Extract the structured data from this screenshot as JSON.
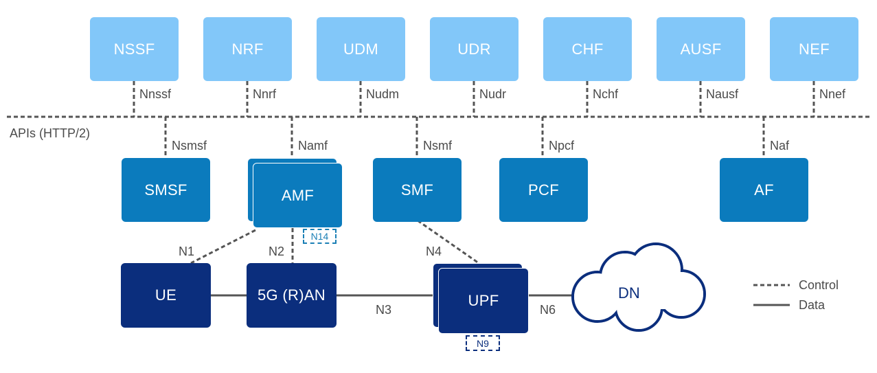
{
  "top_nfs": [
    "NSSF",
    "NRF",
    "UDM",
    "UDR",
    "CHF",
    "AUSF",
    "NEF"
  ],
  "top_interfaces": [
    "Nnssf",
    "Nnrf",
    "Nudm",
    "Nudr",
    "Nchf",
    "Nausf",
    "Nnef"
  ],
  "bus_label": "APIs (HTTP/2)",
  "mid_nfs": [
    "SMSF",
    "AMF",
    "SMF",
    "PCF",
    "AF"
  ],
  "mid_interfaces": [
    "Nsmsf",
    "Namf",
    "Nsmf",
    "Npcf",
    "Naf"
  ],
  "bottom_nfs": [
    "UE",
    "5G (R)AN",
    "UPF"
  ],
  "dn_label": "DN",
  "ref_points": {
    "n1": "N1",
    "n2": "N2",
    "n3": "N3",
    "n4": "N4",
    "n6": "N6",
    "n9": "N9",
    "n14": "N14"
  },
  "legend": {
    "control": "Control",
    "data": "Data"
  },
  "colors": {
    "light": "#82c7f9",
    "mid": "#0b7bbd",
    "dark": "#0b2e7d",
    "line": "#555555"
  }
}
